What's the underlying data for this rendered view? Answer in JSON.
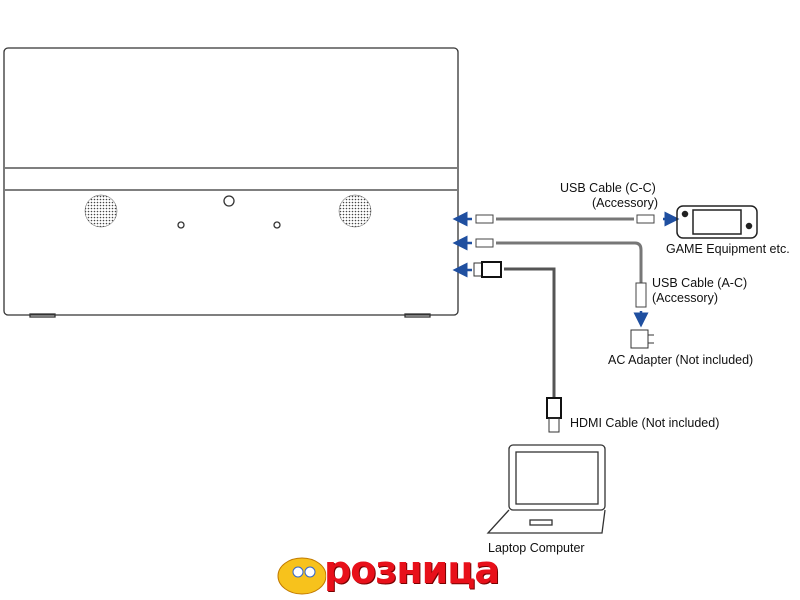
{
  "labels": {
    "usb_cc": "USB Cable (C-C)",
    "usb_cc_note": "(Accessory)",
    "game": "GAME Equipment etc.",
    "usb_ac": "USB Cable (A-C)",
    "usb_ac_note": "(Accessory)",
    "ac_adapter": "AC Adapter (Not included)",
    "hdmi": "HDMI Cable (Not included)",
    "laptop": "Laptop Computer"
  },
  "watermark": "розница",
  "colors": {
    "arrow": "#1f4fa0",
    "logo": "#e8101a"
  }
}
